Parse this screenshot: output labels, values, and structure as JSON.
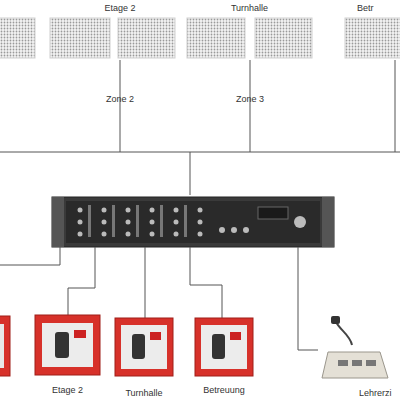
{
  "diagram": {
    "nodes": [
      {
        "text": [
          "Etage 2"
        ]
      },
      {
        "text": [
          "Turnhalle"
        ]
      },
      {
        "text": [
          "Betr"
        ]
      },
      {
        "text": [
          "Etage 2"
        ]
      },
      {
        "text": [
          "Turnhalle"
        ]
      },
      {
        "text": [
          "Betreuung"
        ]
      },
      {
        "text": [
          "Lehrerzi"
        ]
      }
    ],
    "labels": [
      "Zone 2",
      "Zone 3"
    ]
  }
}
